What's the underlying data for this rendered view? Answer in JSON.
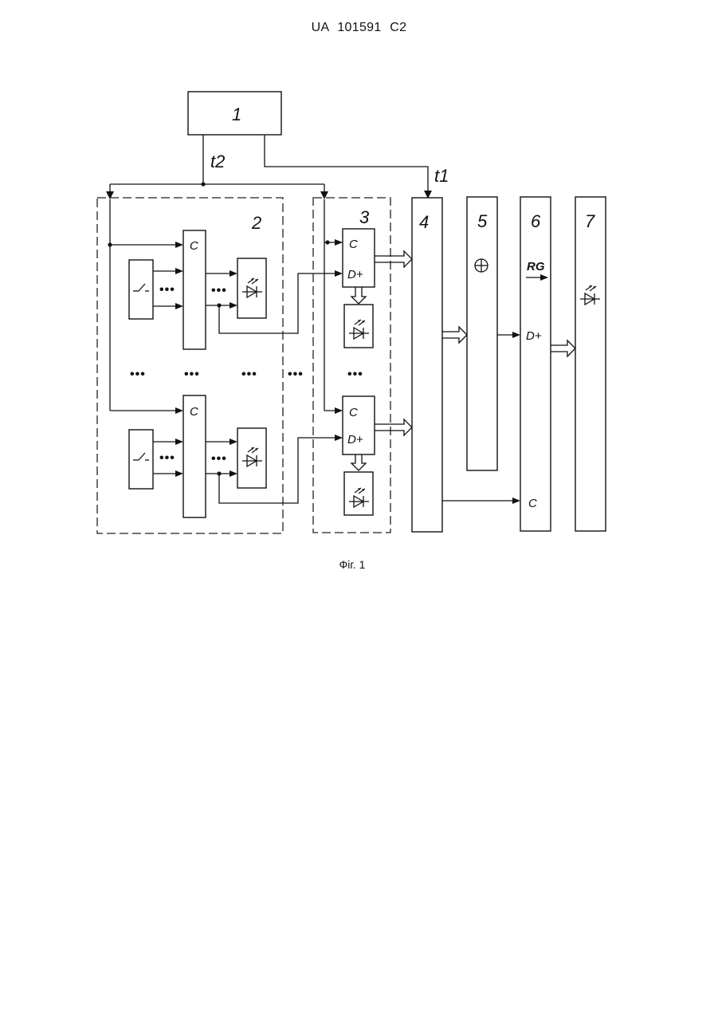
{
  "header": {
    "text": "UA   101591   C2"
  },
  "diagram": {
    "blocks": {
      "b1": "1",
      "b2": "2",
      "b3": "3",
      "b4": "4",
      "b5": "5",
      "b6": "6",
      "b7": "7"
    },
    "signals": {
      "t1": "t1",
      "t2": "t2"
    },
    "pins": {
      "c": "C",
      "d_plus": "D+",
      "rg": "RG",
      "ellipsis": "•••"
    },
    "symbols": {
      "xor": "⊕"
    }
  },
  "caption": {
    "text": "Фіг. 1"
  }
}
